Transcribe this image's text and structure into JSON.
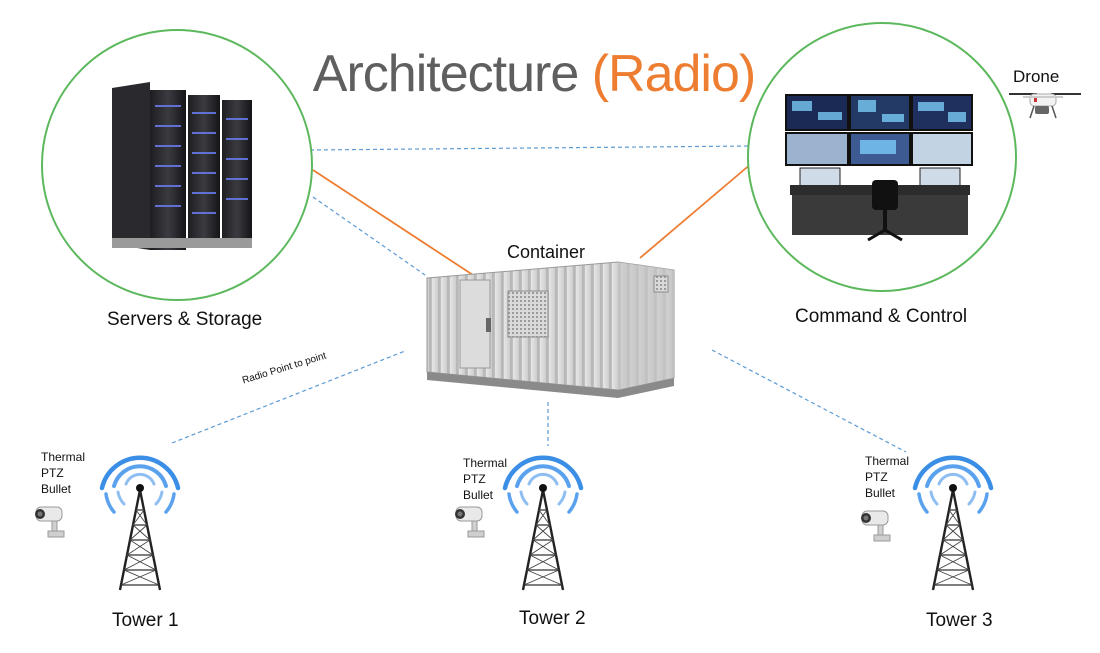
{
  "title": {
    "main": "Architecture",
    "accent": "(Radio)"
  },
  "colors": {
    "orange": "#ed7d31",
    "title_gray": "#5f5f5f",
    "circle_green": "#5cb85c",
    "dash_blue": "#5b9bd5",
    "signal_blue": "#3a8ee6"
  },
  "nodes": {
    "servers": {
      "label": "Servers & Storage"
    },
    "container": {
      "label": "Container"
    },
    "command": {
      "label": "Command & Control"
    },
    "drone": {
      "label": "Drone"
    }
  },
  "links": {
    "radio_label": "Radio Point to point"
  },
  "towers": [
    {
      "label": "Tower 1",
      "cameras": [
        "Thermal",
        "PTZ",
        "Bullet"
      ]
    },
    {
      "label": "Tower 2",
      "cameras": [
        "Thermal",
        "PTZ",
        "Bullet"
      ]
    },
    {
      "label": "Tower 3",
      "cameras": [
        "Thermal",
        "PTZ",
        "Bullet"
      ]
    }
  ]
}
